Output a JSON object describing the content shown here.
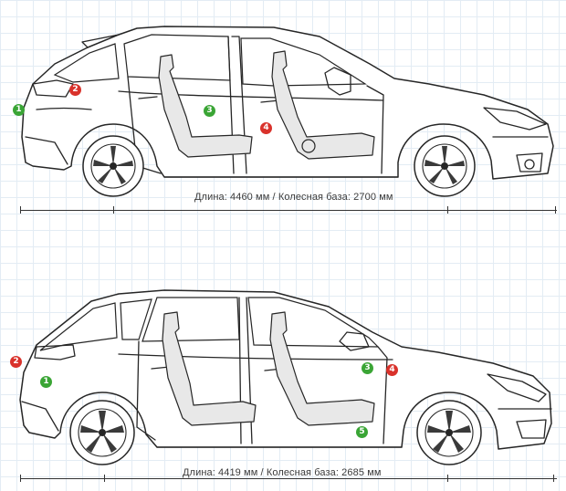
{
  "colors": {
    "marker_green": "#3aa535",
    "marker_red": "#d9322b",
    "seat_fill": "#e8e8e8",
    "grid": "#e3ecf4"
  },
  "top_car": {
    "dimension_text": "Длина: 4460 мм / Колесная база: 2700 мм",
    "markers": [
      {
        "label": "1",
        "color": "green"
      },
      {
        "label": "2",
        "color": "red"
      },
      {
        "label": "3",
        "color": "green"
      },
      {
        "label": "4",
        "color": "red"
      }
    ]
  },
  "bottom_car": {
    "dimension_text": "Длина: 4419 мм / Колесная база: 2685 мм",
    "markers": [
      {
        "label": "2",
        "color": "red"
      },
      {
        "label": "1",
        "color": "green"
      },
      {
        "label": "3",
        "color": "green"
      },
      {
        "label": "4",
        "color": "red"
      },
      {
        "label": "5",
        "color": "green"
      }
    ]
  }
}
